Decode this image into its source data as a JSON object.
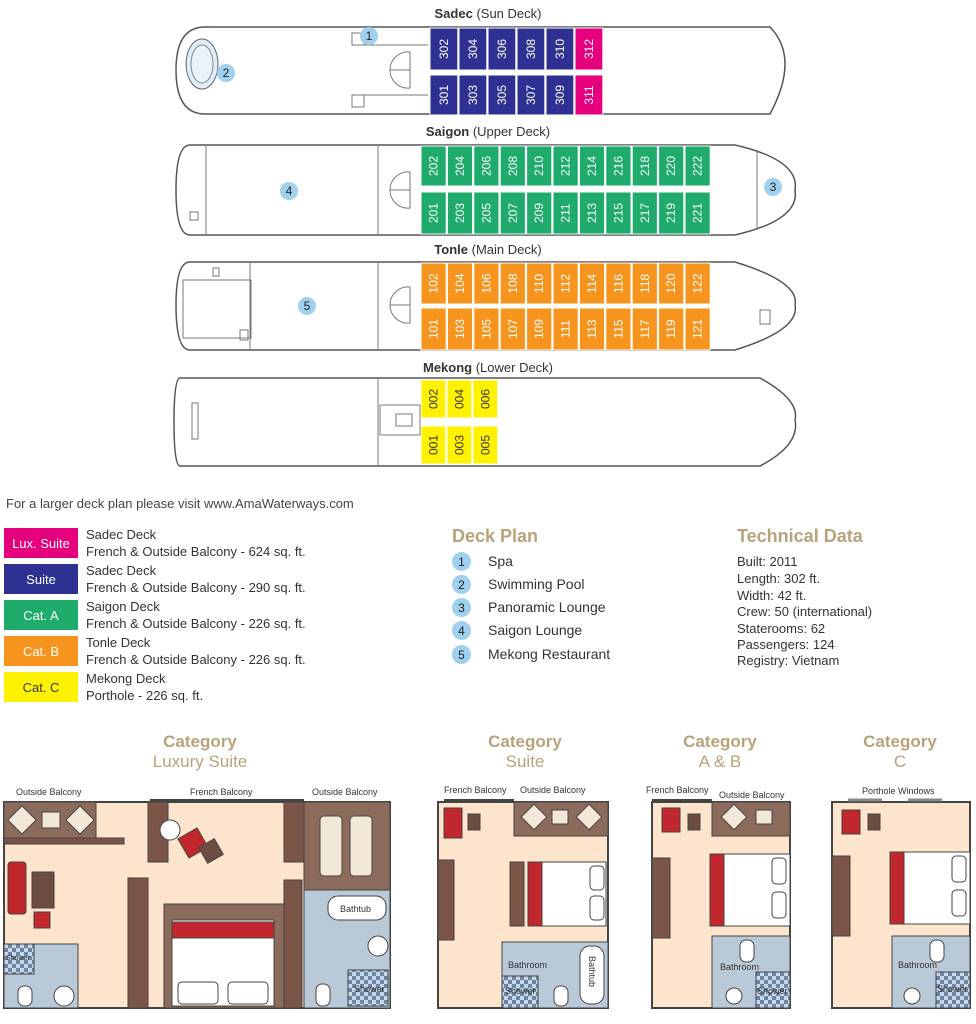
{
  "decks": [
    {
      "key": "sadec",
      "name": "Sadec",
      "sub": "(Sun Deck)",
      "rows": [
        [
          "302",
          "304",
          "306",
          "308",
          "310",
          "312"
        ],
        [
          "301",
          "303",
          "305",
          "307",
          "309",
          "311"
        ]
      ]
    },
    {
      "key": "saigon",
      "name": "Saigon",
      "sub": "(Upper Deck)",
      "rows": [
        [
          "202",
          "204",
          "206",
          "208",
          "210",
          "212",
          "214",
          "216",
          "218",
          "220",
          "222"
        ],
        [
          "201",
          "203",
          "205",
          "207",
          "209",
          "211",
          "213",
          "215",
          "217",
          "219",
          "221"
        ]
      ]
    },
    {
      "key": "tonle",
      "name": "Tonle",
      "sub": "(Main Deck)",
      "rows": [
        [
          "102",
          "104",
          "106",
          "108",
          "110",
          "112",
          "114",
          "116",
          "118",
          "120",
          "122"
        ],
        [
          "101",
          "103",
          "105",
          "107",
          "109",
          "111",
          "113",
          "115",
          "117",
          "119",
          "121"
        ]
      ]
    },
    {
      "key": "mekong",
      "name": "Mekong",
      "sub": "(Lower Deck)",
      "rows": [
        [
          "002",
          "004",
          "006"
        ],
        [
          "001",
          "003",
          "005"
        ]
      ]
    }
  ],
  "markers": [
    "1",
    "2",
    "3",
    "4",
    "5"
  ],
  "website_note": "For a larger deck plan please visit www.AmaWaterways.com",
  "legend": [
    {
      "label": "Lux. Suite",
      "color": "#e6007e",
      "line1": "Sadec Deck",
      "line2": "French & Outside Balcony -  624 sq. ft.",
      "text_color": "#ffffff"
    },
    {
      "label": "Suite",
      "color": "#2e3192",
      "line1": "Sadec Deck",
      "line2": "French & Outside Balcony - 290 sq. ft.",
      "text_color": "#ffffff"
    },
    {
      "label": "Cat. A",
      "color": "#1fab6b",
      "line1": "Saigon Deck",
      "line2": "French & Outside Balcony - 226 sq. ft.",
      "text_color": "#ffffff"
    },
    {
      "label": "Cat. B",
      "color": "#f7941d",
      "line1": "Tonle Deck",
      "line2": "French & Outside Balcony - 226 sq. ft.",
      "text_color": "#ffffff"
    },
    {
      "label": "Cat. C",
      "color": "#fff200",
      "line1": "Mekong Deck",
      "line2": "Porthole - 226 sq. ft.",
      "text_color": "#333333"
    }
  ],
  "deck_plan": {
    "title": "Deck Plan",
    "items": [
      {
        "num": "1",
        "label": "Spa"
      },
      {
        "num": "2",
        "label": "Swimming Pool"
      },
      {
        "num": "3",
        "label": "Panoramic Lounge"
      },
      {
        "num": "4",
        "label": "Saigon Lounge"
      },
      {
        "num": "5",
        "label": "Mekong Restaurant"
      }
    ]
  },
  "technical": {
    "title": "Technical Data",
    "lines": [
      "Built: 2011",
      "Length: 302 ft.",
      "Width: 42 ft.",
      "Crew: 50 (international)",
      "Staterooms: 62",
      "Passengers: 124",
      "Registry: Vietnam"
    ]
  },
  "categories": [
    {
      "line1": "Category",
      "line2": "Luxury Suite"
    },
    {
      "line1": "Category",
      "line2": "Suite"
    },
    {
      "line1": "Category",
      "line2": "A & B"
    },
    {
      "line1": "Category",
      "line2": "C"
    }
  ],
  "plan_labels": {
    "outside_balcony": "Outside Balcony",
    "french_balcony": "French Balcony",
    "porthole_windows": "Porthole Windows",
    "bathtub": "Bathtub",
    "shower": "Shower",
    "bathroom": "Bathroom"
  },
  "colors": {
    "lux": "#e6007e",
    "suite": "#2e3192",
    "cata": "#1fab6b",
    "catb": "#f7941d",
    "catc": "#fff200",
    "marker": "#9fd0ee",
    "floor": "#fde4cc",
    "wood": "#7a5548",
    "bath": "#b9c9d8",
    "bed": "#c1272d",
    "gold": "#b7a37a"
  }
}
